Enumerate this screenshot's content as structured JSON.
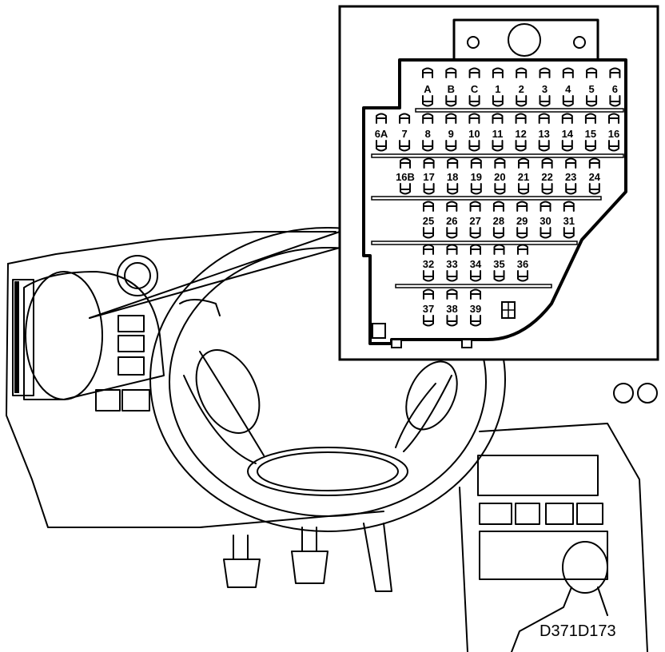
{
  "figure_code": "D371D173",
  "fuse_rows": [
    [
      "A",
      "B",
      "C",
      "1",
      "2",
      "3",
      "4",
      "5",
      "6"
    ],
    [
      "6A",
      "7",
      "8",
      "9",
      "10",
      "11",
      "12",
      "13",
      "14",
      "15",
      "16"
    ],
    [
      "16B",
      "17",
      "18",
      "19",
      "20",
      "21",
      "22",
      "23",
      "24"
    ],
    [
      "25",
      "26",
      "27",
      "28",
      "29",
      "30",
      "31"
    ],
    [
      "32",
      "33",
      "34",
      "35",
      "36"
    ],
    [
      "37",
      "38",
      "39"
    ]
  ]
}
